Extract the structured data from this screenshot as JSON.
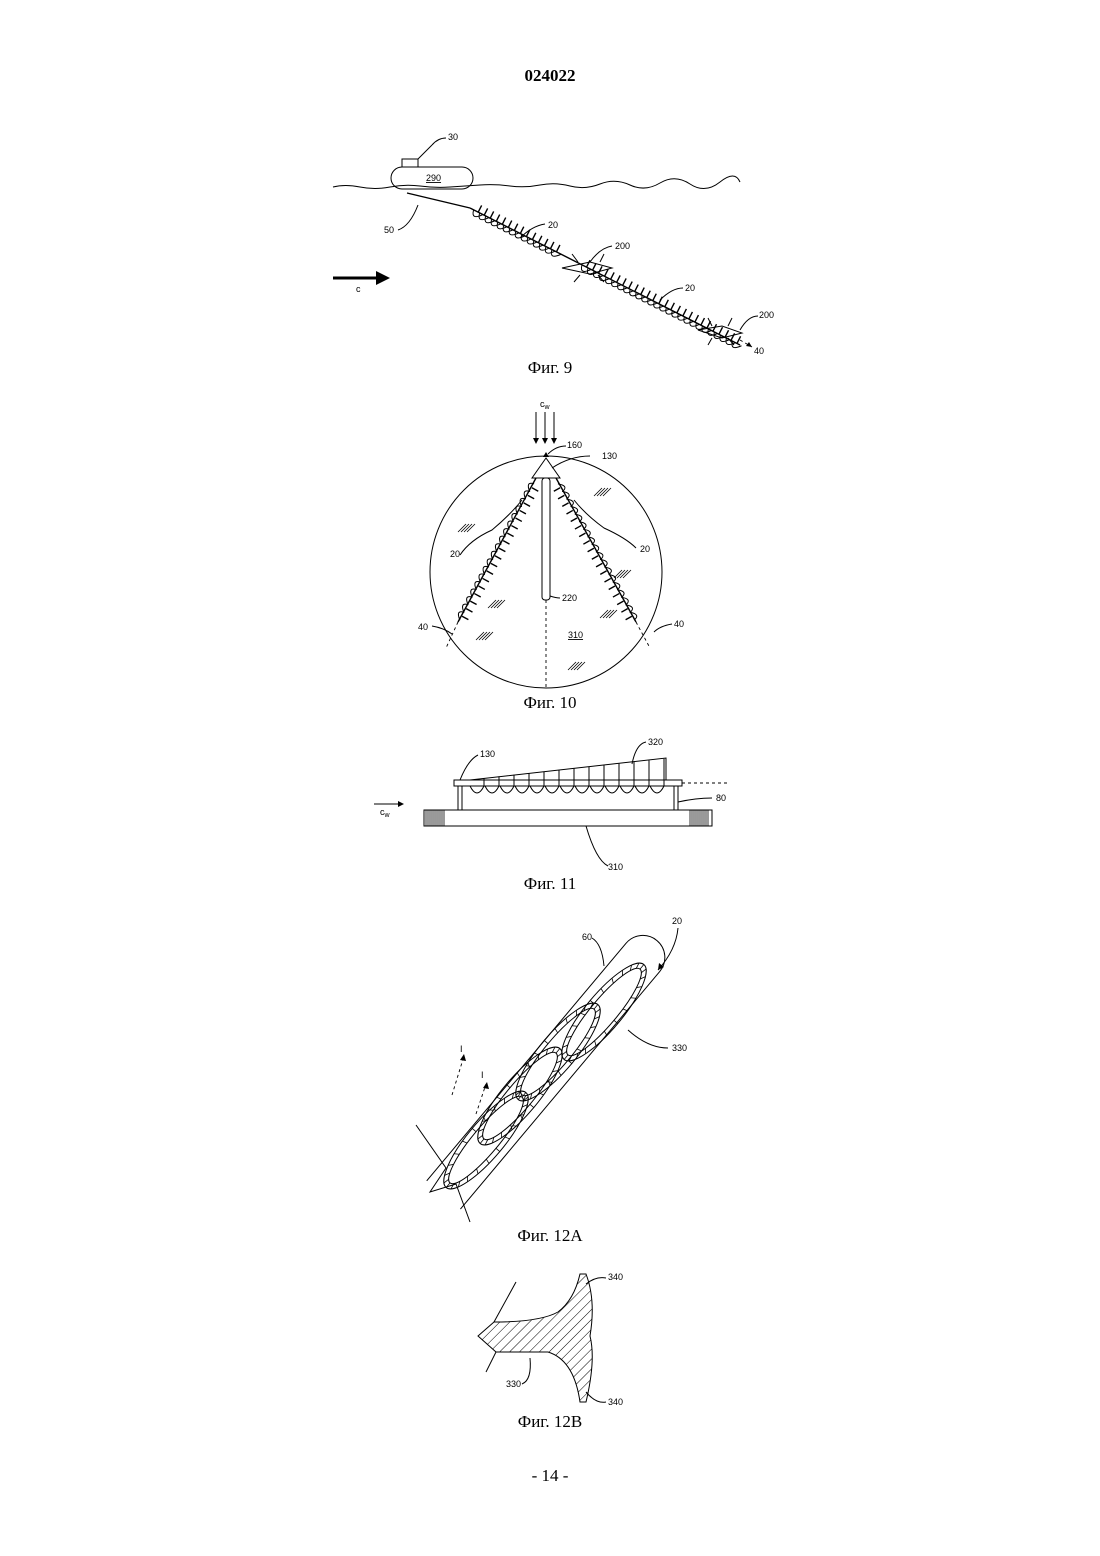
{
  "document": {
    "number": "024022",
    "page_number": "- 14 -"
  },
  "figures": [
    {
      "id": "fig9",
      "caption": "Фиг. 9",
      "labels": {
        "l30": "30",
        "l290": "290",
        "l50": "50",
        "l20a": "20",
        "l200a": "200",
        "lc": "c",
        "l20b": "20",
        "l200b": "200",
        "l40": "40"
      }
    },
    {
      "id": "fig10",
      "caption": "Фиг. 10",
      "labels": {
        "lcw": "c",
        "lcw_sub": "w",
        "l160": "160",
        "l130": "130",
        "l20l": "20",
        "l20r": "20",
        "l220": "220",
        "l40l": "40",
        "l40r": "40",
        "l310": "310"
      }
    },
    {
      "id": "fig11",
      "caption": "Фиг. 11",
      "labels": {
        "l130": "130",
        "l320": "320",
        "l80": "80",
        "lcw": "c",
        "lcw_sub": "w",
        "l310": "310"
      }
    },
    {
      "id": "fig12a",
      "caption": "Фиг. 12A",
      "labels": {
        "l20": "20",
        "l60": "60",
        "l330": "330",
        "lI1": "I",
        "lI2": "I"
      }
    },
    {
      "id": "fig12b",
      "caption": "Фиг. 12B",
      "labels": {
        "l340t": "340",
        "l330": "330",
        "l340b": "340"
      }
    }
  ]
}
